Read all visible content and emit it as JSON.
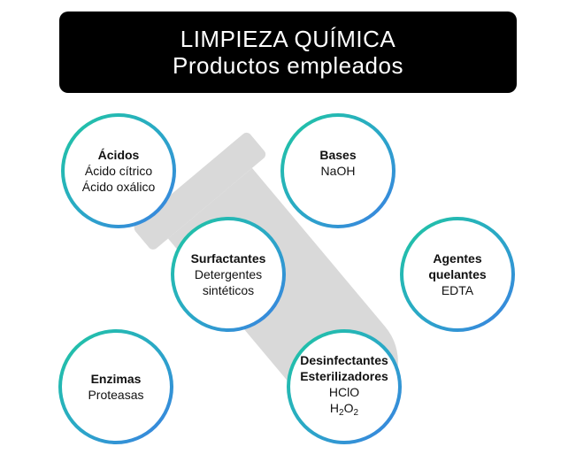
{
  "header": {
    "line1": "LIMPIEZA QUÍMICA",
    "line2": "Productos empleados"
  },
  "colors": {
    "header_bg": "#000000",
    "ring_start": "#1fc7a0",
    "ring_end": "#3b7fe3",
    "tube": "#d9d9d9"
  },
  "icons": [
    "test-tube-icon"
  ],
  "circles": {
    "acidos": {
      "title": "Ácidos",
      "lines": [
        "Ácido cítrico",
        "Ácido oxálico"
      ]
    },
    "bases": {
      "title": "Bases",
      "lines": [
        "NaOH"
      ]
    },
    "surfactantes": {
      "title": "Surfactantes",
      "lines": [
        "Detergentes",
        "sintéticos"
      ]
    },
    "quelantes": {
      "title_lines": [
        "Agentes",
        "quelantes"
      ],
      "lines": [
        "EDTA"
      ]
    },
    "enzimas": {
      "title": "Enzimas",
      "lines": [
        "Proteasas"
      ]
    },
    "desinfectantes": {
      "title_lines": [
        "Desinfectantes",
        "Esterilizadores"
      ],
      "lines": [
        "HClO"
      ],
      "formula": {
        "h": "H",
        "h_sub": "2",
        "o": "O",
        "o_sub": "2"
      }
    }
  }
}
